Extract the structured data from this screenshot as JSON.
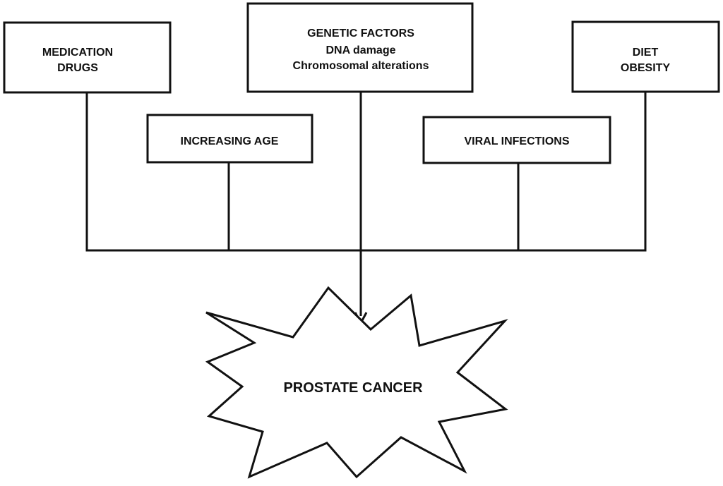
{
  "boxes": {
    "medication": {
      "line1": "MEDICATION",
      "line2": "DRUGS"
    },
    "age": {
      "label": "INCREASING AGE"
    },
    "genetic": {
      "line1": "GENETIC FACTORS",
      "line2": "DNA damage",
      "line3": "Chromosomal alterations"
    },
    "viral": {
      "label": "VIRAL INFECTIONS"
    },
    "diet": {
      "line1": "DIET",
      "line2": "OBESITY"
    }
  },
  "outcome": {
    "label": "PROSTATE CANCER"
  },
  "colors": {
    "stroke": "#111111",
    "fill": "#ffffff"
  }
}
